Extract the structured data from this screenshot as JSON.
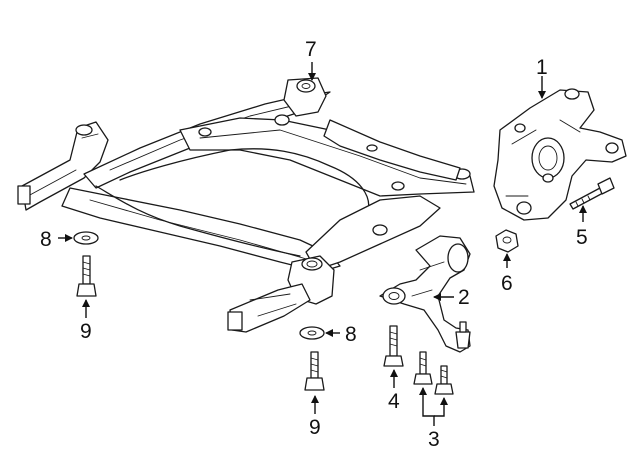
{
  "callouts": [
    {
      "id": "c7",
      "text": "7"
    },
    {
      "id": "c1",
      "text": "1"
    },
    {
      "id": "c5",
      "text": "5"
    },
    {
      "id": "c6",
      "text": "6"
    },
    {
      "id": "c2",
      "text": "2"
    },
    {
      "id": "c8a",
      "text": "8"
    },
    {
      "id": "c9a",
      "text": "9"
    },
    {
      "id": "c8b",
      "text": "8"
    },
    {
      "id": "c9b",
      "text": "9"
    },
    {
      "id": "c4",
      "text": "4"
    },
    {
      "id": "c3",
      "text": "3"
    }
  ],
  "parts": [
    {
      "number": "1",
      "icon": "steering-knuckle-icon"
    },
    {
      "number": "2",
      "icon": "lower-control-arm-icon"
    },
    {
      "number": "3",
      "icon": "arm-bolts-icon"
    },
    {
      "number": "4",
      "icon": "arm-bolt-icon"
    },
    {
      "number": "5",
      "icon": "knuckle-bolt-icon"
    },
    {
      "number": "6",
      "icon": "flange-nut-icon"
    },
    {
      "number": "7",
      "icon": "subframe-icon"
    },
    {
      "number": "8",
      "icon": "washer-icon"
    },
    {
      "number": "9",
      "icon": "mount-bolt-icon"
    }
  ]
}
